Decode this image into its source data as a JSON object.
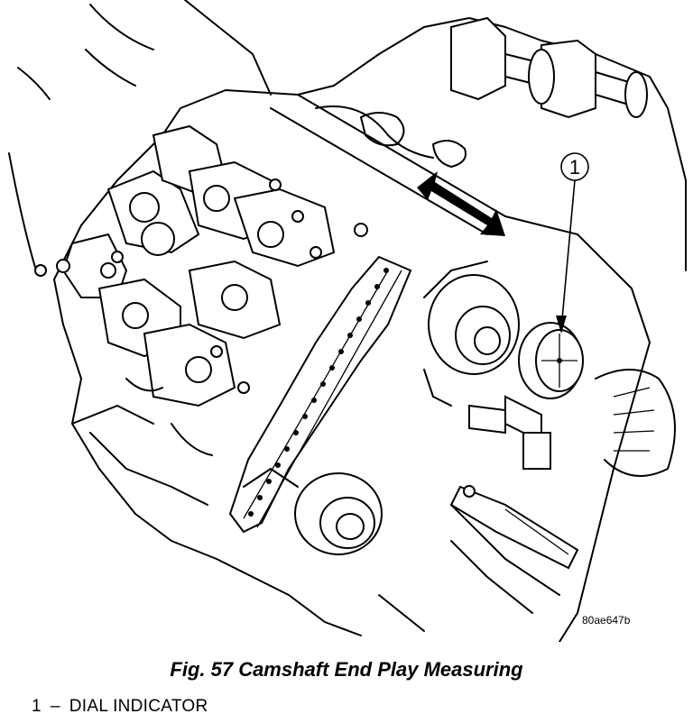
{
  "figure": {
    "caption": "Fig. 57 Camshaft End Play Measuring",
    "image_code": "80ae647b",
    "callout_number": "1"
  },
  "legend": {
    "items": [
      {
        "number": "1",
        "separator": "–",
        "label": "DIAL INDICATOR"
      }
    ]
  }
}
